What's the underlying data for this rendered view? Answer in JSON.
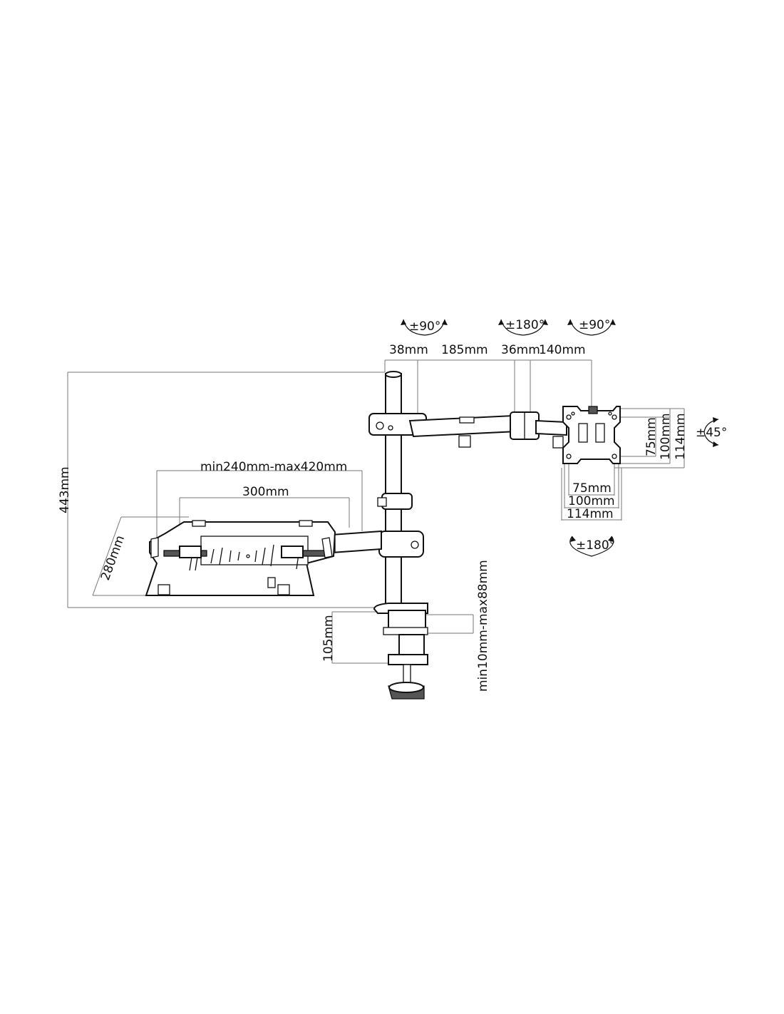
{
  "rotation": {
    "pan_left": "±90°",
    "pan_center": "±180°",
    "pan_right": "±90°",
    "tilt": "±45°",
    "rotate": "±180°"
  },
  "arm_dimensions": {
    "pole": "38mm",
    "arm1": "185mm",
    "arm2": "36mm",
    "arm3": "140mm"
  },
  "height": "443mm",
  "tray": {
    "width_range": "min240mm-max420mm",
    "width": "300mm",
    "depth": "280mm"
  },
  "clamp": {
    "depth": "105mm",
    "thickness": "min10mm-max88mm"
  },
  "vesa": {
    "v75": "75mm",
    "v100": "100mm",
    "v114": "114mm",
    "h75": "75mm",
    "h100": "100mm",
    "h114": "114mm"
  }
}
